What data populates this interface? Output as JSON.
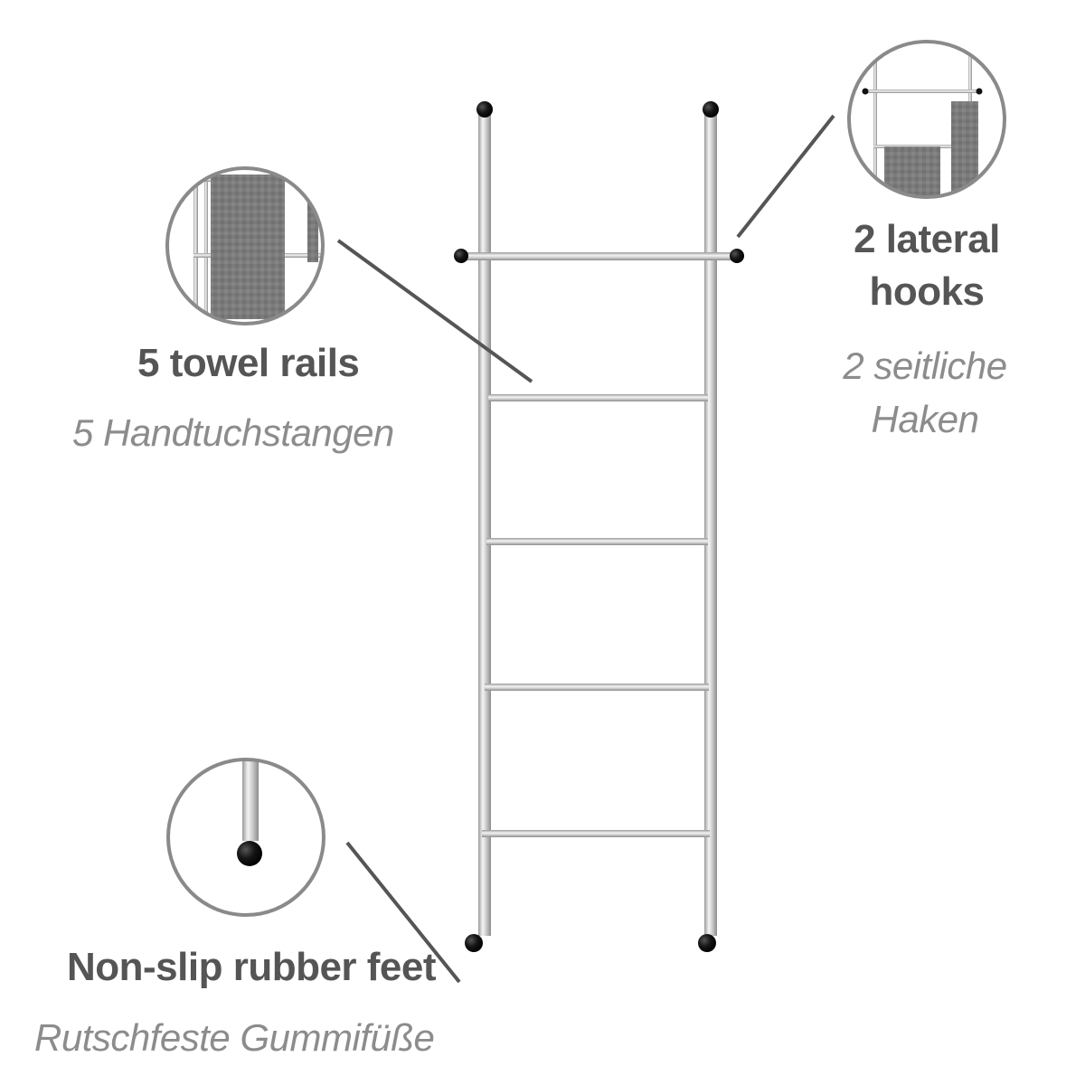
{
  "features": {
    "rails": {
      "title_en": "5 towel rails",
      "title_de": "5 Handtuchstangen"
    },
    "hooks": {
      "title_en_line1": "2 lateral",
      "title_en_line2": "hooks",
      "title_de_line1": "2 seitliche",
      "title_de_line2": "Haken"
    },
    "feet": {
      "title_en": "Non-slip rubber feet",
      "title_de": "Rutschfeste Gummifüße"
    }
  },
  "colors": {
    "text_primary": "#555555",
    "text_secondary": "#8c8c8c",
    "chrome": "#c9c9c9",
    "ball": "#111111",
    "circle_border": "#8a8a8a",
    "towel": "#7a7a7a"
  },
  "icons": [
    "ladder-illustration",
    "towel-rail-detail-icon",
    "hook-detail-icon",
    "rubber-foot-detail-icon"
  ]
}
